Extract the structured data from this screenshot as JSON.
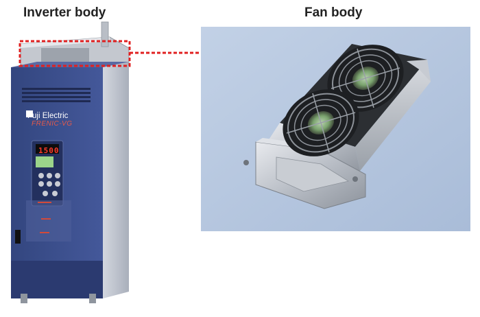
{
  "labels": {
    "inverter_body": "Inverter body",
    "fan_body": "Fan body"
  },
  "inverter": {
    "brand_name": "Fuji Electric",
    "product_name": "FRENIC-VG",
    "keypad_readout": "1500"
  },
  "colors": {
    "panel_background": "#b5c6de",
    "inverter_front": "#3b4d8a",
    "inverter_side": "#c6cbd6",
    "callout_red": "#e02020"
  },
  "icons": {
    "fan": "fan-icon",
    "keypad": "keypad-icon"
  }
}
